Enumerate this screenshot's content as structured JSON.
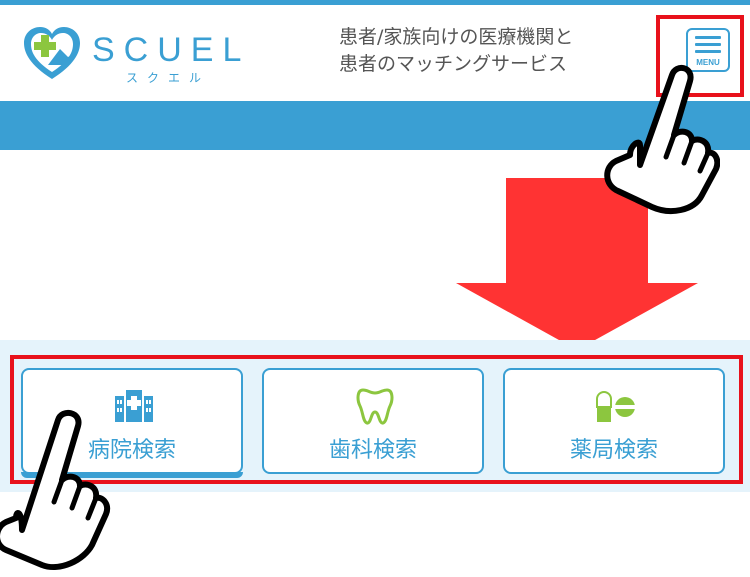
{
  "header": {
    "logo_text": "SCUEL",
    "logo_kana": "スクエル",
    "tagline_line1": "患者/家族向けの医療機関と",
    "tagline_line2": "患者のマッチングサービス",
    "menu_label": "MENU"
  },
  "nav": {
    "tabs": [
      {
        "label": "病院検索",
        "icon": "hospital-icon",
        "active": true
      },
      {
        "label": "歯科検索",
        "icon": "tooth-icon",
        "active": false
      },
      {
        "label": "薬局検索",
        "icon": "pill-icon",
        "active": false
      }
    ]
  },
  "colors": {
    "accent": "#3a9fd3",
    "highlight": "#e8111b",
    "arrow": "#ff3333",
    "tooth": "#8cc63f"
  }
}
